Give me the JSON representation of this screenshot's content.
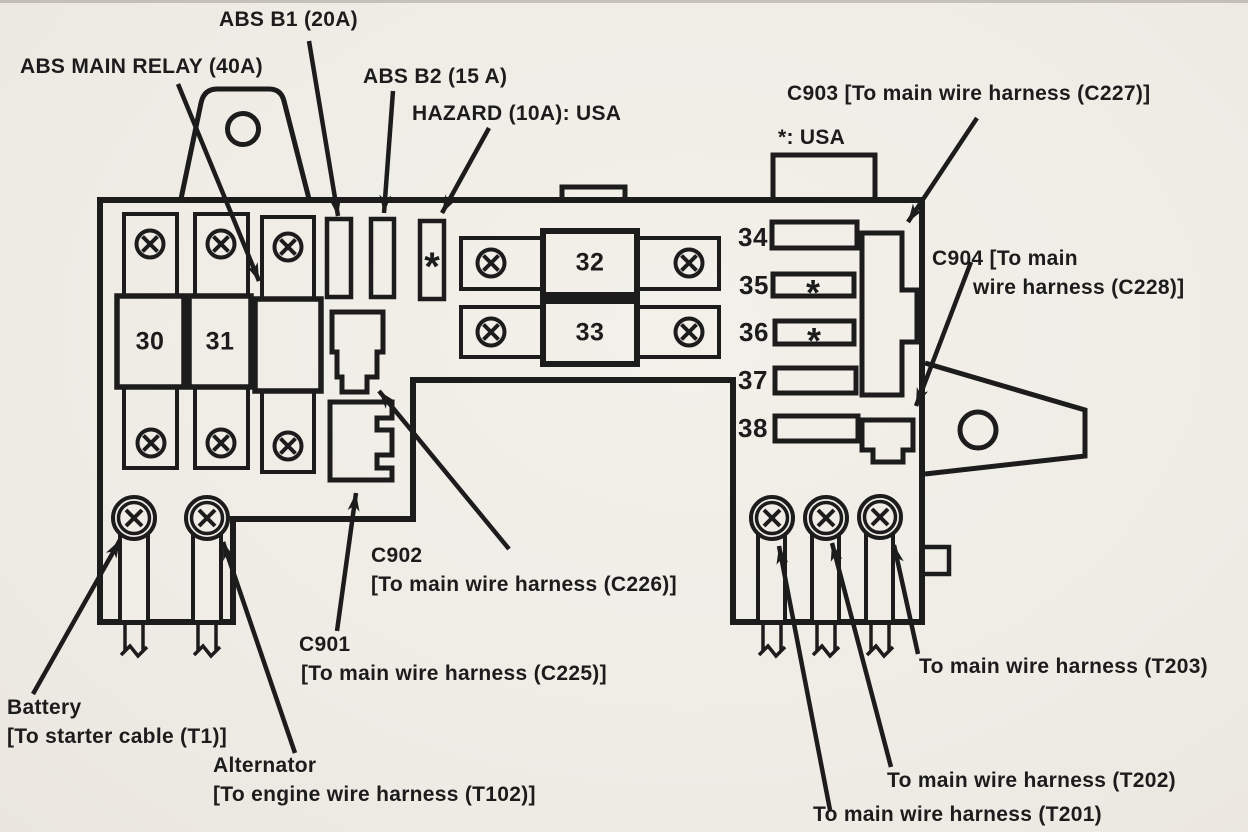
{
  "colors": {
    "paper": "#f0ede7",
    "ink": "#1c1c1c"
  },
  "callouts": {
    "abs_b1": "ABS B1 (20A)",
    "abs_main_relay": "ABS MAIN RELAY (40A)",
    "abs_b2": "ABS B2 (15 A)",
    "hazard": "HAZARD (10A): USA",
    "c903": "C903 [To main wire harness (C227)]",
    "usa_note": "*: USA",
    "c904_l1": "C904 [To main",
    "c904_l2": "wire harness (C228)]",
    "c902_l1": "C902",
    "c902_l2": "[To main wire harness (C226)]",
    "c901_l1": "C901",
    "c901_l2": "[To main wire harness (C225)]",
    "battery_l1": "Battery",
    "battery_l2": "[To starter cable (T1)]",
    "alternator_l1": "Alternator",
    "alternator_l2": "[To engine wire harness (T102)]",
    "t203": "To main wire harness (T203)",
    "t202": "To main wire harness (T202)",
    "t201": "To main wire harness (T201)"
  },
  "fuses": {
    "f30": "30",
    "f31": "31",
    "f32": "32",
    "f33": "33",
    "f34": "34",
    "f35": "35",
    "f36": "36",
    "f37": "37",
    "f38": "38"
  },
  "symbols": {
    "usa_asterisk": "*"
  }
}
